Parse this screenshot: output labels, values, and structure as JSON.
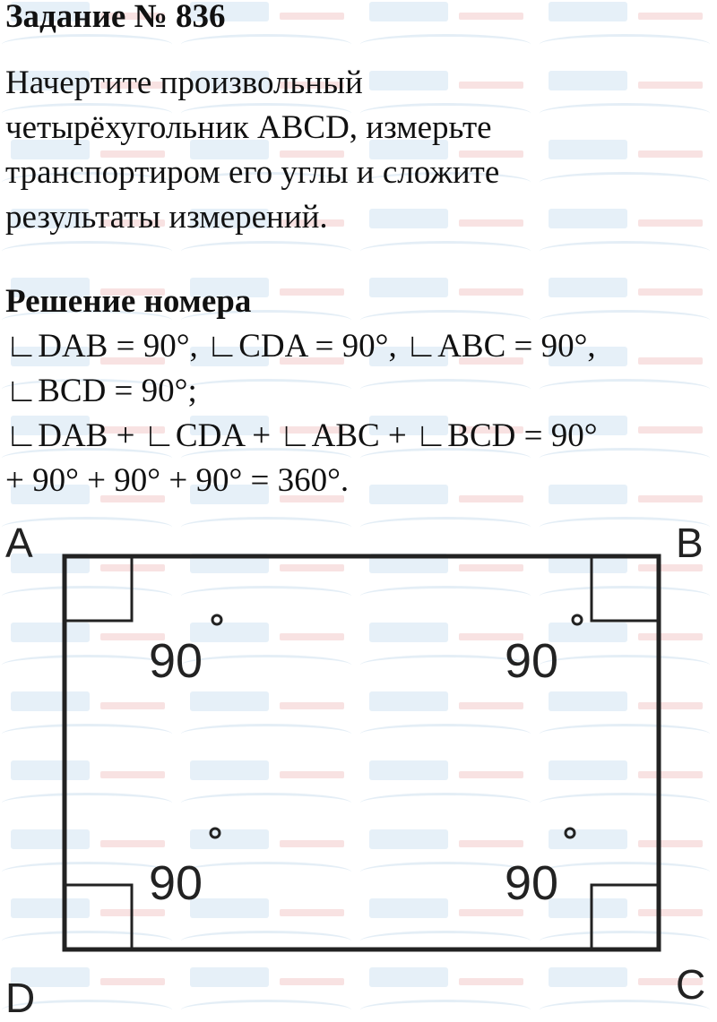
{
  "watermark": {
    "main": "Илюха",
    "sub": "-решает.РФ"
  },
  "task": {
    "title": "Задание № 836",
    "lines": [
      "Начертите произвольный",
      "четырёхугольник ABCD, измерьте",
      "транспортиром его углы и сложите",
      "результаты измерений."
    ]
  },
  "solution": {
    "heading": "Решение номера",
    "lines": [
      "∟DAB = 90°, ∟CDA = 90°, ∟ABC = 90°,",
      "∟BCD = 90°;",
      "∟DAB + ∟CDA + ∟ABC + ∟BCD = 90°",
      "+ 90° + 90° + 90° = 360°."
    ]
  },
  "figure": {
    "vertices": {
      "A": "A",
      "B": "B",
      "C": "C",
      "D": "D"
    },
    "angle_label": "90",
    "color": "#222222"
  }
}
